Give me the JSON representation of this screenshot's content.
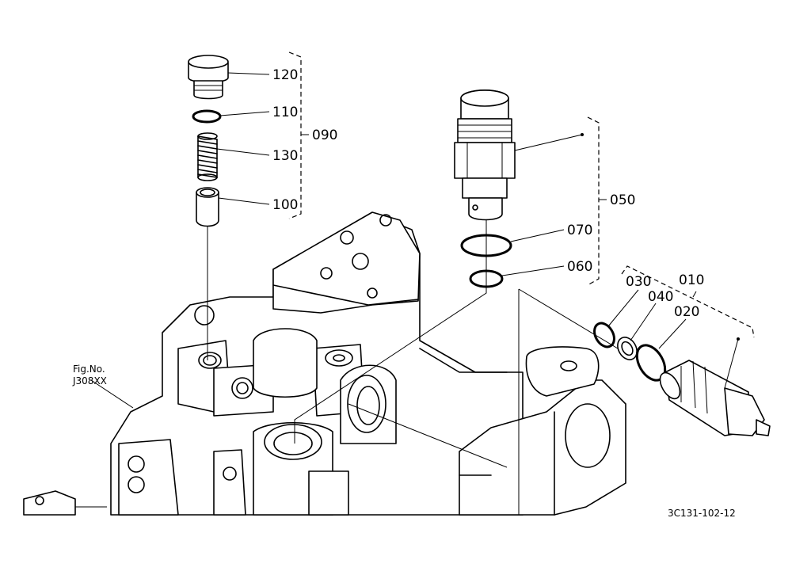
{
  "callouts": {
    "c120": "120",
    "c110": "110",
    "c130": "130",
    "c100": "100",
    "c090": "090",
    "c050": "050",
    "c070": "070",
    "c060": "060",
    "c030": "030",
    "c010": "010",
    "c040": "040",
    "c020": "020"
  },
  "figure_ref": {
    "line1": "Fig.No.",
    "line2": "J308XX"
  },
  "drawing_code": "3C131-102-12"
}
